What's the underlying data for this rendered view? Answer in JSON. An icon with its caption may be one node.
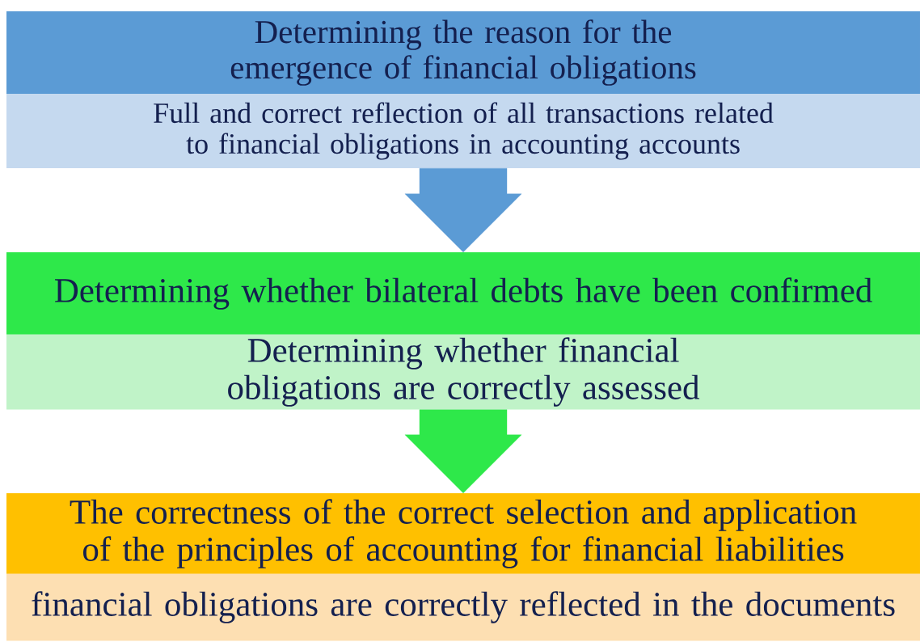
{
  "diagram": {
    "nodes": [
      {
        "text": [
          "Determining the reason for the emergence of financial obligations"
        ]
      },
      {
        "text": [
          "Full and correct reflection of all transactions related to financial obligations in accounting accounts"
        ]
      },
      {
        "text": [
          "Determining whether bilateral debts have been confirmed"
        ]
      },
      {
        "text": [
          "Determining whether financial obligations are correctly assessed"
        ]
      },
      {
        "text": [
          "The correctness of the correct selection and application of the principles of accounting for financial liabilities"
        ]
      },
      {
        "text": [
          "financial obligations are correctly reflected in the documents"
        ]
      }
    ],
    "edges": [
      {
        "from": 1,
        "to": 2,
        "arrow": "to",
        "color": "#5b9bd5"
      },
      {
        "from": 3,
        "to": 4,
        "arrow": "to",
        "color": "#2ee84a"
      }
    ]
  }
}
